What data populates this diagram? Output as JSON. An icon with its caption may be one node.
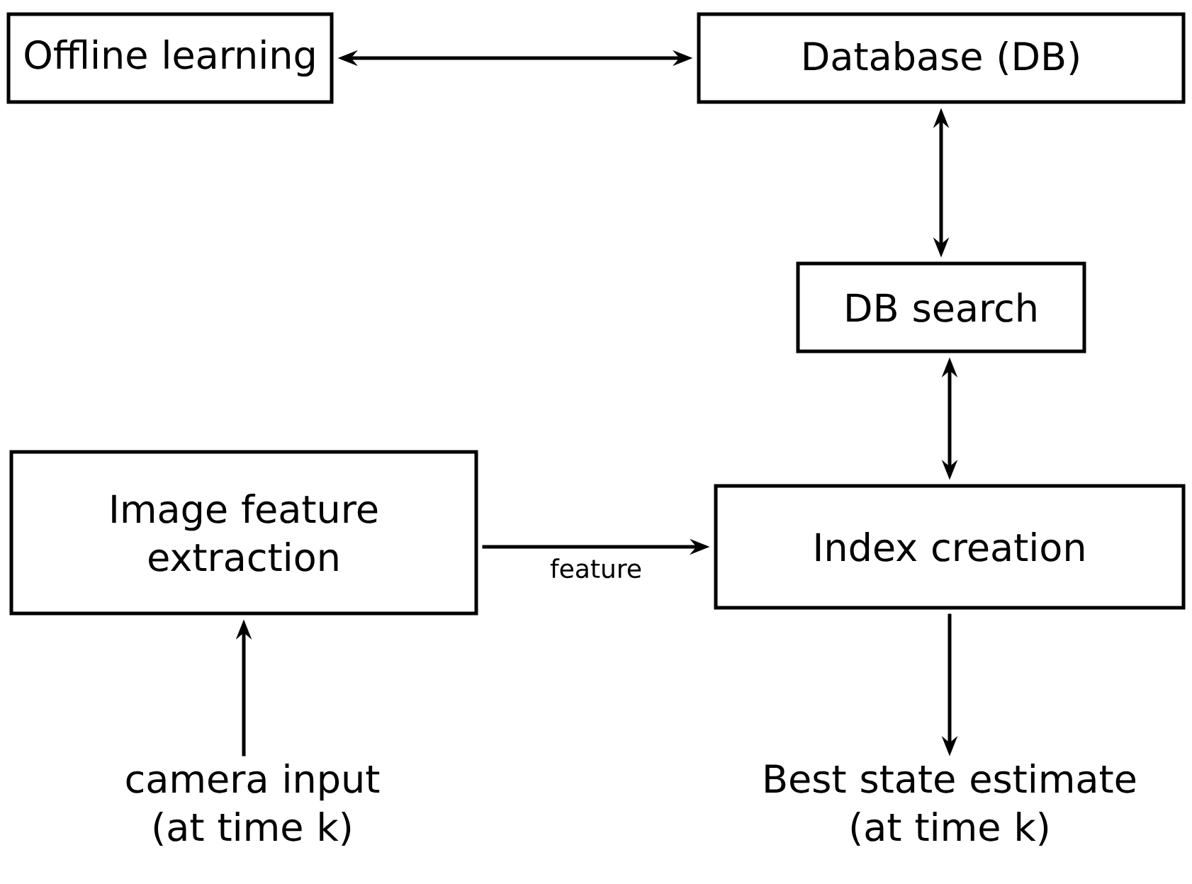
{
  "diagram": {
    "nodes": [
      {
        "text": [
          "Offline learning"
        ]
      },
      {
        "text": [
          "Database (DB)"
        ]
      },
      {
        "text": [
          "DB search"
        ]
      },
      {
        "text": [
          "Image feature extraction"
        ]
      },
      {
        "text": [
          "Index creation"
        ]
      },
      {
        "text": [
          "camera input (at time k)"
        ]
      },
      {
        "text": [
          "Best state estimate (at time k)"
        ]
      }
    ],
    "edges": [
      {
        "from": 0,
        "to": 1,
        "arrow": "both"
      },
      {
        "from": 1,
        "to": 2,
        "arrow": "both"
      },
      {
        "from": 2,
        "to": 4,
        "arrow": "both"
      },
      {
        "from": 3,
        "to": 4,
        "arrow": "to",
        "label": "feature"
      },
      {
        "from": 5,
        "to": 3,
        "arrow": "to"
      },
      {
        "from": 4,
        "to": 6,
        "arrow": "to"
      }
    ]
  }
}
